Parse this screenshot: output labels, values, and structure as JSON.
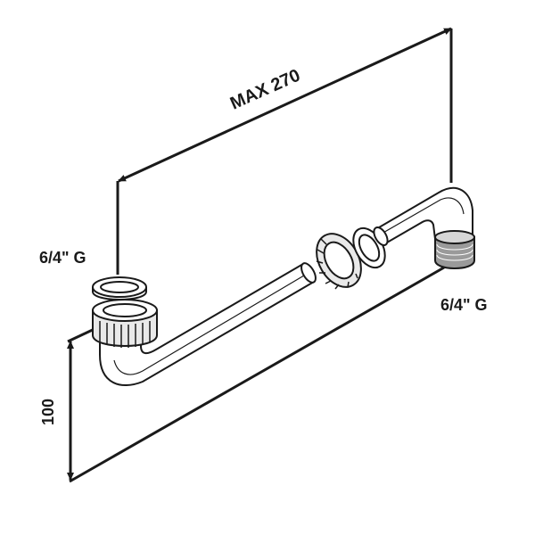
{
  "labels": {
    "length_dimension": "MAX 270",
    "left_thread": "6/4\" G",
    "right_thread": "6/4\" G",
    "height_dimension": "100"
  },
  "colors": {
    "line": "#1a1a1a",
    "pipe_fill": "#ffffff",
    "nut_fill": "#e9e9e9",
    "thread_fill": "#9a9a9a"
  }
}
